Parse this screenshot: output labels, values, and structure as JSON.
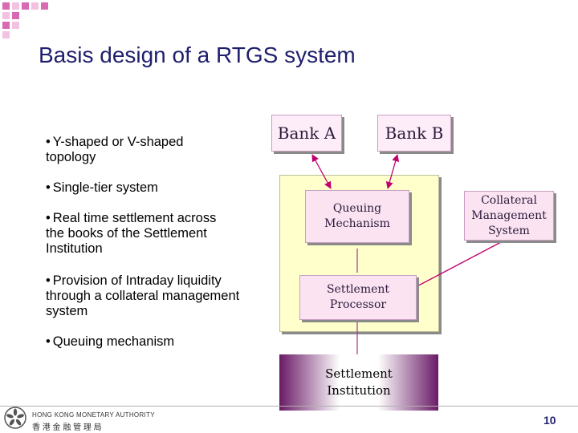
{
  "title": "Basis design of a RTGS system",
  "bullet_symbol": "•",
  "bullets": [
    "Y-shaped or V-shaped topology",
    "Single-tier system",
    "Real time settlement across the books of the Settlement Institution",
    "Provision of Intraday liquidity through a collateral management system",
    "Queuing mechanism"
  ],
  "diagram": {
    "bank_a": "Bank A",
    "bank_b": "Bank B",
    "queuing": "Queuing Mechanism",
    "collateral": "Collateral Management System",
    "settlement_processor": "Settlement Processor",
    "settlement_institution": "Settlement Institution"
  },
  "footer": {
    "org_name_en": "HONG KONG MONETARY AUTHORITY",
    "org_name_zh": "香 港 金 融 管 理 局",
    "page_number": "10"
  },
  "colors": {
    "title": "#1f1f6e",
    "arrow": "#c0006e",
    "box_fill": "#fbe3f2",
    "container_fill": "#ffffcc",
    "institution_gradient": "#6a1a66"
  }
}
